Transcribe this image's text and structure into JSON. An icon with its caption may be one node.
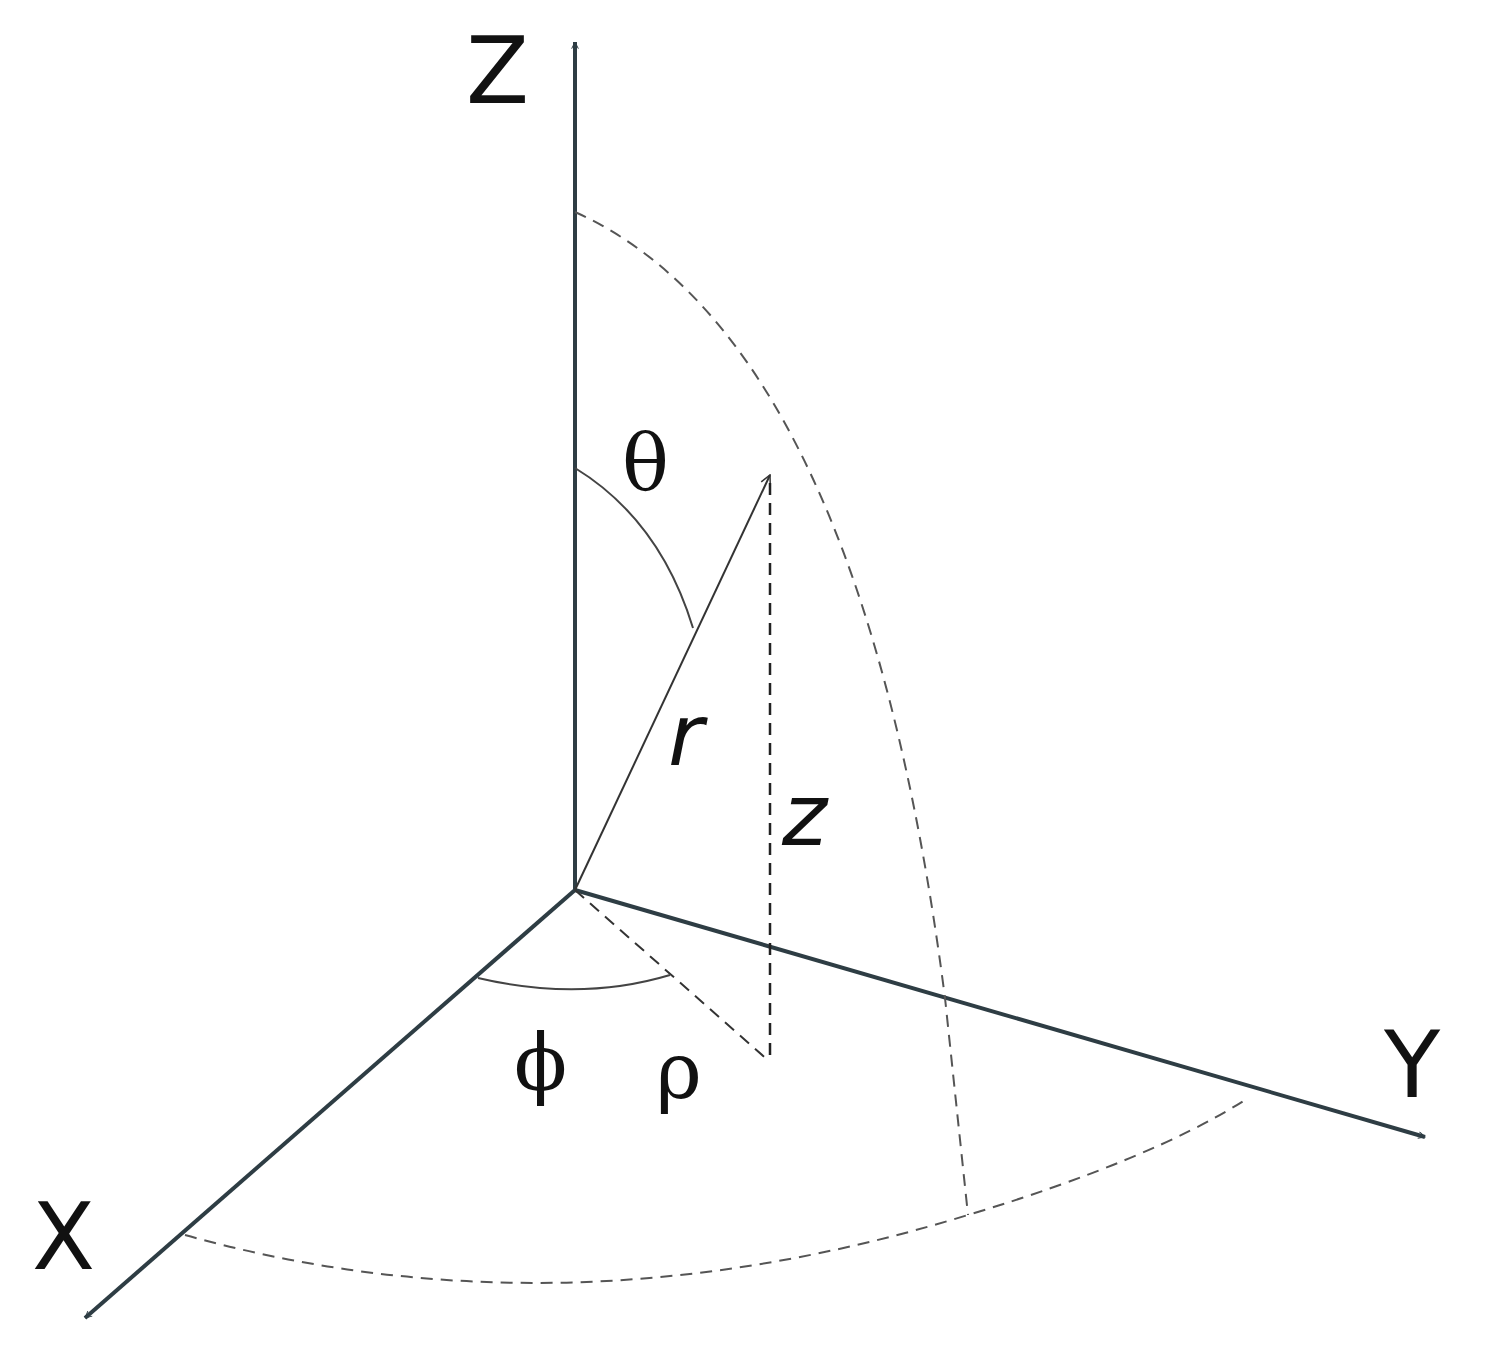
{
  "diagram": {
    "labels": [
      "Z",
      "θ",
      "r",
      "z",
      "ϕ",
      "ρ",
      "Y",
      "X"
    ]
  }
}
